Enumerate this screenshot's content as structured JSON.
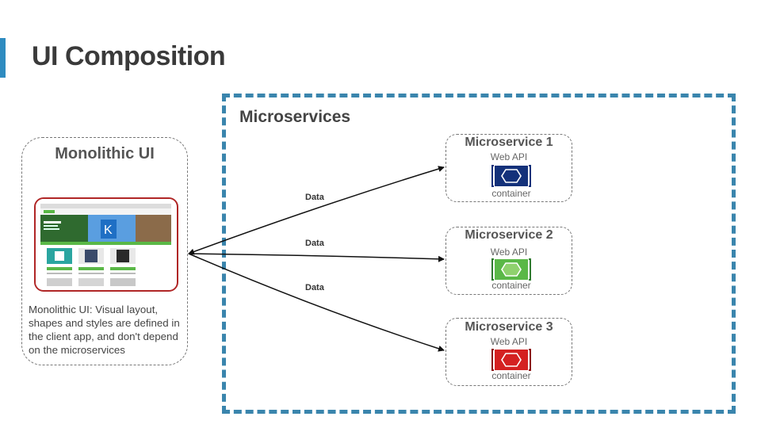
{
  "slide": {
    "title": "UI Composition"
  },
  "microservices_region": {
    "title": "Microservices"
  },
  "monolith": {
    "title": "Monolithic UI",
    "description": "Monolithic UI: Visual layout, shapes and styles are defined in the client app, and don't depend on the microservices"
  },
  "services": [
    {
      "title": "Microservice 1",
      "api": "Web API",
      "container": "container",
      "color": "#13317a"
    },
    {
      "title": "Microservice 2",
      "api": "Web API",
      "container": "container",
      "color": "#5ab847"
    },
    {
      "title": "Microservice 3",
      "api": "Web API",
      "container": "container",
      "color": "#d42121"
    }
  ],
  "connections": [
    {
      "label": "Data"
    },
    {
      "label": "Data"
    },
    {
      "label": "Data"
    }
  ],
  "colors": {
    "accent": "#2e8bc0",
    "region_border": "#3a85ad",
    "screenshot_border": "#b02626"
  }
}
